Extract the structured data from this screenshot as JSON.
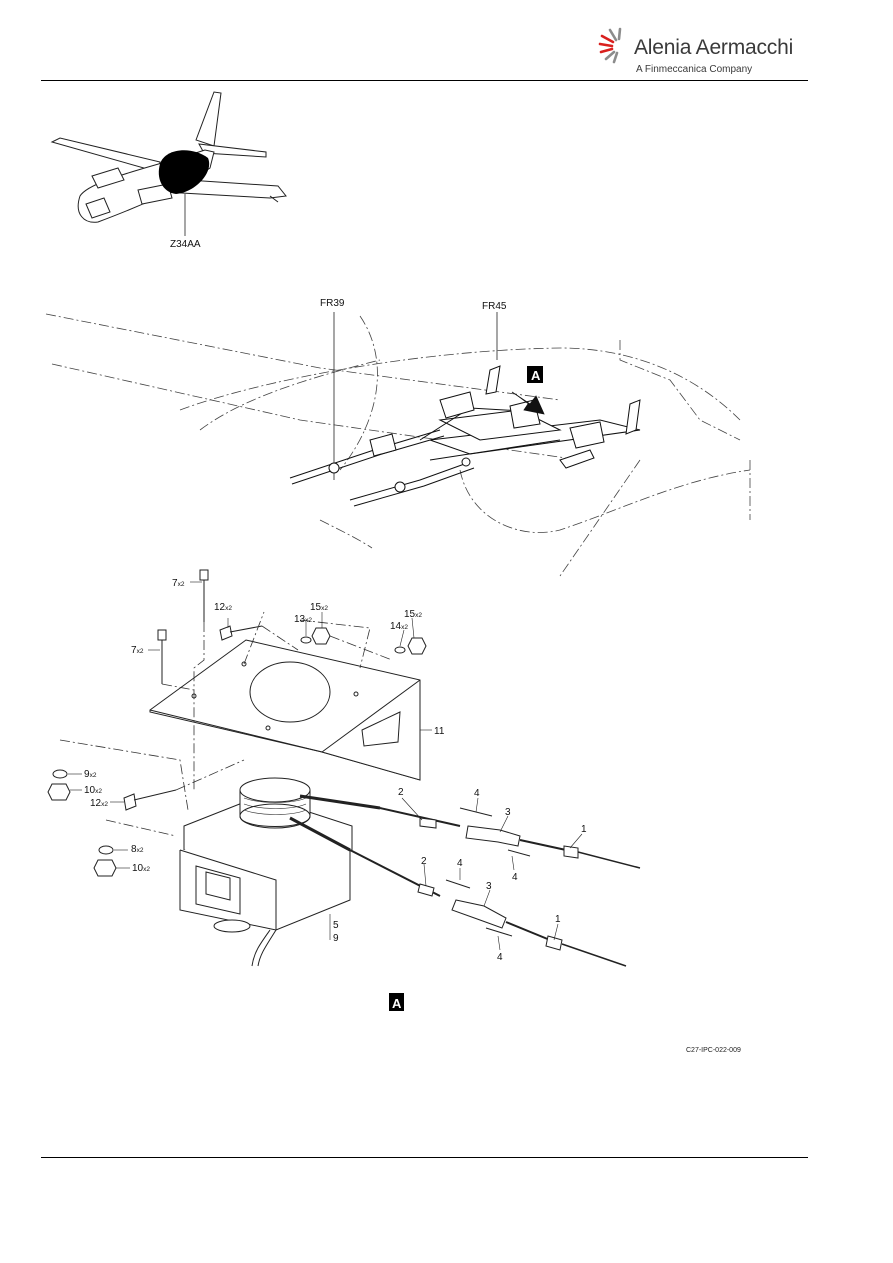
{
  "header": {
    "logo_name": "Alenia Aermacchi",
    "logo_subtitle": "A Finmeccanica Company",
    "brand_red": "#d9201e",
    "brand_grey": "#8c8c8c"
  },
  "locator": {
    "zone_label": "Z34AA"
  },
  "installation_view": {
    "frame_labels": [
      "FR39",
      "FR45"
    ],
    "detail_marker": "A"
  },
  "detail_view": {
    "callouts": [
      {
        "item": "7",
        "qty": "x2"
      },
      {
        "item": "12",
        "qty": "x2"
      },
      {
        "item": "13",
        "qty": "x2"
      },
      {
        "item": "15",
        "qty": "x2"
      },
      {
        "item": "14",
        "qty": "x2"
      },
      {
        "item": "15",
        "qty": "x2"
      },
      {
        "item": "7",
        "qty": "x2"
      },
      {
        "item": "11",
        "qty": ""
      },
      {
        "item": "9",
        "qty": "x2"
      },
      {
        "item": "10",
        "qty": "x2"
      },
      {
        "item": "12",
        "qty": "x2"
      },
      {
        "item": "8",
        "qty": "x2"
      },
      {
        "item": "10",
        "qty": "x2"
      },
      {
        "item": "2",
        "qty": ""
      },
      {
        "item": "4",
        "qty": ""
      },
      {
        "item": "3",
        "qty": ""
      },
      {
        "item": "1",
        "qty": ""
      },
      {
        "item": "4",
        "qty": ""
      },
      {
        "item": "2",
        "qty": ""
      },
      {
        "item": "4",
        "qty": ""
      },
      {
        "item": "3",
        "qty": ""
      },
      {
        "item": "1",
        "qty": ""
      },
      {
        "item": "4",
        "qty": ""
      },
      {
        "item": "5",
        "qty": ""
      },
      {
        "item": "9",
        "qty": ""
      }
    ],
    "view_label": "A"
  },
  "figure_ref": "C27-IPC-022-009"
}
